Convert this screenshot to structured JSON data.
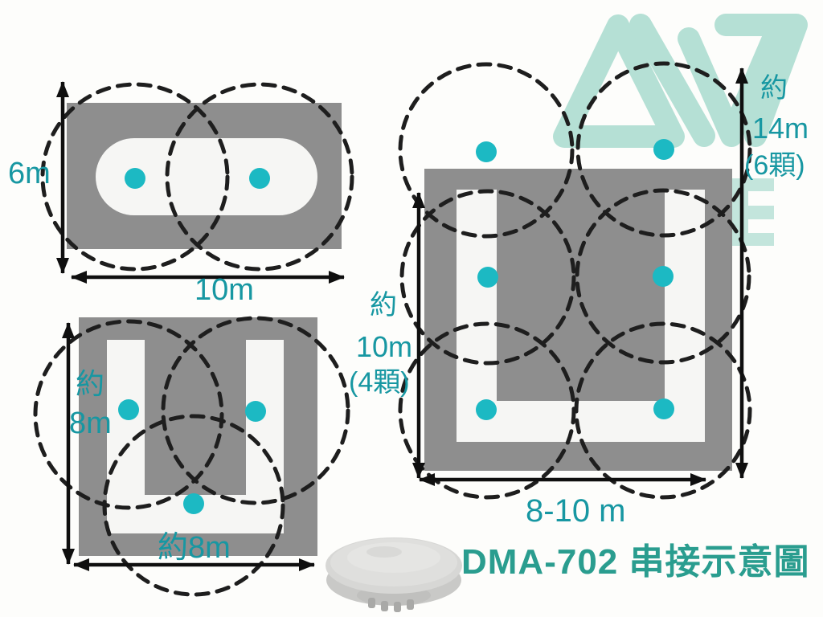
{
  "caption": {
    "title": "DMA-702 串接示意圖"
  },
  "logo": {
    "name": "ave-brand-logo",
    "color_mint": "#b5e0d5"
  },
  "colors": {
    "background": "#fdfdfb",
    "room_fill": "#8e8e8e",
    "corridor_fill": "#f6f6f4",
    "device_dot": "#1cb9c3",
    "dimension_text": "#1797a2",
    "title_text": "#2a9d8f",
    "coverage_dash": "#1e1e1e",
    "arrow": "#0f0f0f"
  },
  "rect_room": {
    "height_label": "6m",
    "width_label": "10m",
    "devices": 2
  },
  "small_u_room": {
    "height_label_top": "約",
    "height_label_bottom": "8m",
    "width_label": "約8m",
    "devices": 3
  },
  "large_u_room": {
    "left_height_label_top": "約",
    "left_height_label_mid": "10m",
    "left_height_label_note": "(4顆)",
    "right_height_label_top": "約",
    "right_height_label_mid": "14m",
    "right_height_label_note": "(6顆)",
    "width_label": "8-10 m",
    "devices": 6
  }
}
